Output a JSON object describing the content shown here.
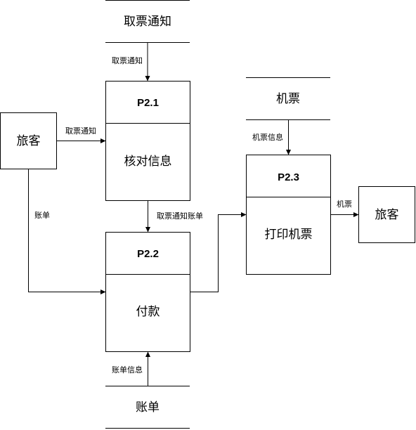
{
  "stores": {
    "ticket_notice": "取票通知",
    "ticket": "机票",
    "bill": "账单"
  },
  "entities": {
    "passenger_left": "旅客",
    "passenger_right": "旅客"
  },
  "processes": {
    "p21": {
      "id": "P2.1",
      "name": "核对信息"
    },
    "p22": {
      "id": "P2.2",
      "name": "付款"
    },
    "p23": {
      "id": "P2.3",
      "name": "打印机票"
    }
  },
  "flows": {
    "store_notice_to_p21": "取票通知",
    "passenger_to_p21": "取票通知",
    "p21_to_p22": "取票通知账单",
    "passenger_to_p22": "账单",
    "store_ticket_to_p23": "机票信息",
    "p23_to_passenger": "机票",
    "store_bill_to_p22": "账单信息"
  }
}
